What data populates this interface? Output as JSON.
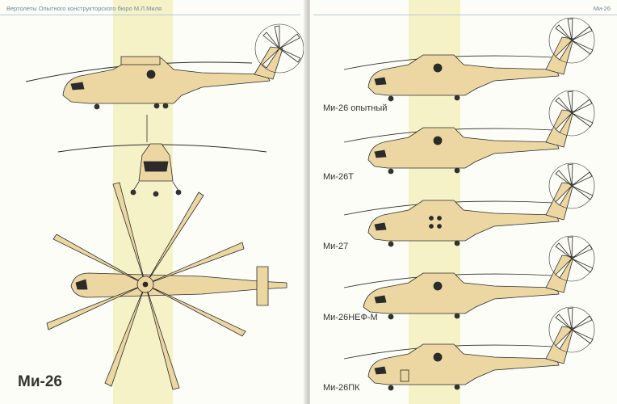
{
  "left_page": {
    "header": "Вертолеты Опытного конструкторского бюро М.Л.Миля",
    "title": "Ми-26"
  },
  "right_page": {
    "header": "Ми-26",
    "captions": [
      "Ми-26 опытный",
      "Ми-26Т",
      "Ми-27",
      "Ми-26НЕФ-М",
      "Ми-26ПК"
    ]
  },
  "colors": {
    "fuselage": "#ecd7a2",
    "outline": "#2b2b2b",
    "band": "#f6f2c8",
    "header_text": "#6b8a9e"
  }
}
